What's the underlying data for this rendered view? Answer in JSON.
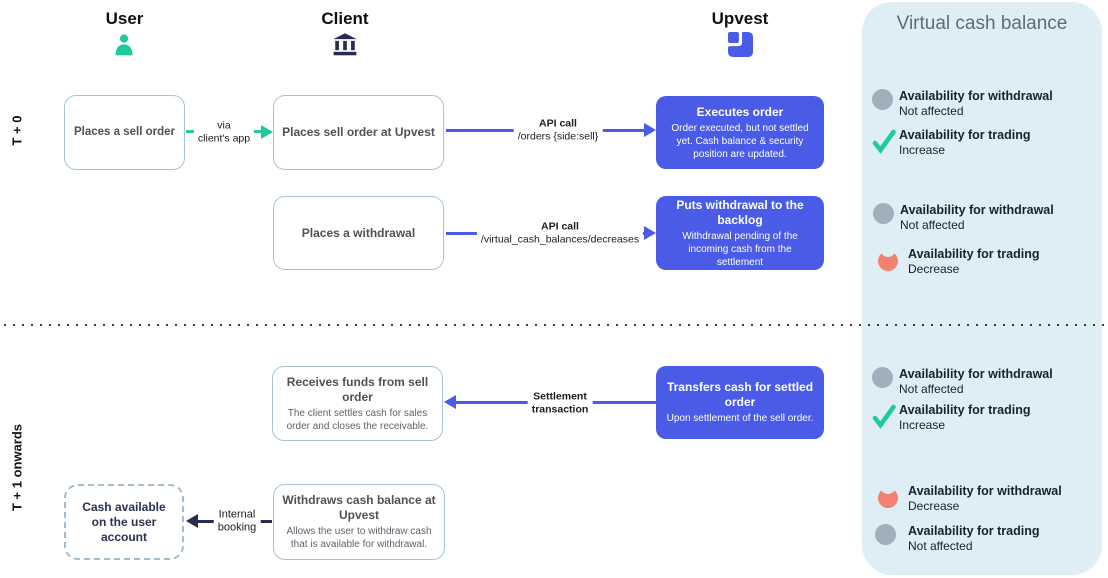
{
  "header": {
    "user": {
      "label": "User",
      "icon": "person-icon"
    },
    "client": {
      "label": "Client",
      "icon": "bank-icon"
    },
    "upvest": {
      "label": "Upvest",
      "icon": "upvest-logo"
    }
  },
  "row_labels": {
    "t0": "T + 0",
    "t1": "T + 1 onwards"
  },
  "boxes": {
    "user_sell": {
      "title": "Places a sell order"
    },
    "client_sell": {
      "title": "Places sell order at Upvest"
    },
    "client_withdrawal": {
      "title": "Places a withdrawal"
    },
    "client_receives": {
      "title": "Receives funds from sell order",
      "body": "The client settles cash for sales order and closes the receivable."
    },
    "client_withdraws": {
      "title": "Withdraws cash balance at Upvest",
      "body": "Allows the user to withdraw cash that is available for withdrawal."
    },
    "user_cash_available": {
      "title": "Cash available on the user account"
    },
    "upvest_executes": {
      "title": "Executes order",
      "body": "Order executed, but not settled yet. Cash balance & security position are updated."
    },
    "upvest_backlog": {
      "title": "Puts withdrawal to the backlog",
      "body": "Withdrawal pending of the incoming cash from the settlement"
    },
    "upvest_transfers": {
      "title": "Transfers cash for settled order",
      "body": "Upon settlement of the sell order."
    }
  },
  "arrows": {
    "via_app": {
      "line1": "via",
      "line2": "client's app"
    },
    "api_orders": {
      "line1": "API call",
      "line2": "/orders {side:sell}"
    },
    "api_vcb": {
      "line1": "API call",
      "line2": "/virtual_cash_balances/decreases"
    },
    "settlement": {
      "line1": "Settlement",
      "line2": "transaction"
    },
    "internal": {
      "line1": "Internal",
      "line2": "booking"
    }
  },
  "panel": {
    "title": "Virtual cash balance",
    "groups": [
      {
        "items": [
          {
            "icon": "gray-circle",
            "title": "Availability for withdrawal",
            "sub": "Not affected"
          },
          {
            "icon": "green-check",
            "title": "Availability for trading",
            "sub": "Increase"
          }
        ]
      },
      {
        "items": [
          {
            "icon": "gray-circle",
            "title": "Availability for withdrawal",
            "sub": "Not affected"
          },
          {
            "icon": "coral-decrease",
            "title": "Availability for trading",
            "sub": "Decrease"
          }
        ]
      },
      {
        "items": [
          {
            "icon": "gray-circle",
            "title": "Availability for withdrawal",
            "sub": "Not affected"
          },
          {
            "icon": "green-check",
            "title": "Availability for trading",
            "sub": "Increase"
          }
        ]
      },
      {
        "items": [
          {
            "icon": "coral-decrease",
            "title": "Availability for withdrawal",
            "sub": "Decrease"
          },
          {
            "icon": "gray-circle",
            "title": "Availability for trading",
            "sub": "Not affected"
          }
        ]
      }
    ]
  },
  "colors": {
    "accent_blue": "#4a5be8",
    "accent_green": "#1fcb9b",
    "accent_coral": "#f28170",
    "navy": "#272d4e",
    "gray_icon": "#9fb0bc",
    "panel_bg": "#dfedf5"
  }
}
